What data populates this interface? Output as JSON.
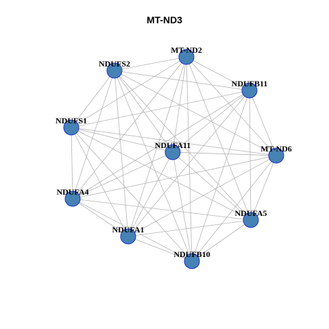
{
  "title": "MT-ND3",
  "colors": {
    "node_fill": "#4682b4",
    "node_border": "#1f2fcc",
    "edge": "#b3b3b3",
    "label": "#000000"
  },
  "nodes": [
    {
      "id": "MT-ND2",
      "label": "MT-ND2"
    },
    {
      "id": "NDUFB11",
      "label": "NDUFB11"
    },
    {
      "id": "MT-ND6",
      "label": "MT-ND6"
    },
    {
      "id": "NDUFA5",
      "label": "NDUFA5"
    },
    {
      "id": "NDUFB10",
      "label": "NDUFB10"
    },
    {
      "id": "NDUFA1",
      "label": "NDUFA1"
    },
    {
      "id": "NDUFA4",
      "label": "NDUFA4"
    },
    {
      "id": "NDUFS1",
      "label": "NDUFS1"
    },
    {
      "id": "NDUFS2",
      "label": "NDUFS2"
    },
    {
      "id": "NDUFA11",
      "label": "NDUFA11"
    }
  ],
  "edges": [
    [
      "MT-ND2",
      "NDUFB11"
    ],
    [
      "MT-ND2",
      "MT-ND6"
    ],
    [
      "MT-ND2",
      "NDUFA5"
    ],
    [
      "MT-ND2",
      "NDUFB10"
    ],
    [
      "MT-ND2",
      "NDUFA1"
    ],
    [
      "MT-ND2",
      "NDUFA4"
    ],
    [
      "MT-ND2",
      "NDUFS1"
    ],
    [
      "MT-ND2",
      "NDUFS2"
    ],
    [
      "MT-ND2",
      "NDUFA11"
    ],
    [
      "NDUFB11",
      "MT-ND6"
    ],
    [
      "NDUFB11",
      "NDUFA5"
    ],
    [
      "NDUFB11",
      "NDUFB10"
    ],
    [
      "NDUFB11",
      "NDUFA1"
    ],
    [
      "NDUFB11",
      "NDUFA4"
    ],
    [
      "NDUFB11",
      "NDUFS1"
    ],
    [
      "NDUFB11",
      "NDUFS2"
    ],
    [
      "NDUFB11",
      "NDUFA11"
    ],
    [
      "MT-ND6",
      "NDUFA5"
    ],
    [
      "MT-ND6",
      "NDUFB10"
    ],
    [
      "MT-ND6",
      "NDUFA1"
    ],
    [
      "MT-ND6",
      "NDUFA4"
    ],
    [
      "MT-ND6",
      "NDUFS1"
    ],
    [
      "MT-ND6",
      "NDUFS2"
    ],
    [
      "MT-ND6",
      "NDUFA11"
    ],
    [
      "NDUFA5",
      "NDUFB10"
    ],
    [
      "NDUFA5",
      "NDUFA1"
    ],
    [
      "NDUFA5",
      "NDUFA4"
    ],
    [
      "NDUFA5",
      "NDUFS1"
    ],
    [
      "NDUFA5",
      "NDUFS2"
    ],
    [
      "NDUFA5",
      "NDUFA11"
    ],
    [
      "NDUFB10",
      "NDUFA1"
    ],
    [
      "NDUFB10",
      "NDUFA4"
    ],
    [
      "NDUFB10",
      "NDUFS1"
    ],
    [
      "NDUFB10",
      "NDUFS2"
    ],
    [
      "NDUFB10",
      "NDUFA11"
    ],
    [
      "NDUFA1",
      "NDUFA4"
    ],
    [
      "NDUFA1",
      "NDUFS1"
    ],
    [
      "NDUFA1",
      "NDUFS2"
    ],
    [
      "NDUFA1",
      "NDUFA11"
    ],
    [
      "NDUFA4",
      "NDUFS1"
    ],
    [
      "NDUFA4",
      "NDUFS2"
    ],
    [
      "NDUFA4",
      "NDUFA11"
    ],
    [
      "NDUFS1",
      "NDUFS2"
    ],
    [
      "NDUFS1",
      "NDUFA11"
    ],
    [
      "NDUFS2",
      "NDUFA11"
    ]
  ]
}
